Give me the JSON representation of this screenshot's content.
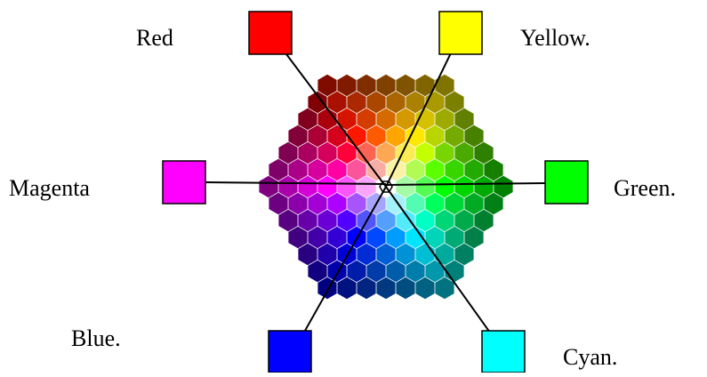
{
  "diagram": {
    "labels": {
      "red": "Red",
      "yellow": "Yellow.",
      "magenta": "Magenta",
      "green": "Green.",
      "blue": "Blue.",
      "cyan": "Cyan."
    },
    "swatch_colors": {
      "red": "#ff0000",
      "yellow": "#ffff00",
      "magenta": "#ff00ff",
      "green": "#00ff00",
      "blue": "#0000ff",
      "cyan": "#00ffff"
    },
    "hex_wheel": {
      "rings": 6
    }
  }
}
